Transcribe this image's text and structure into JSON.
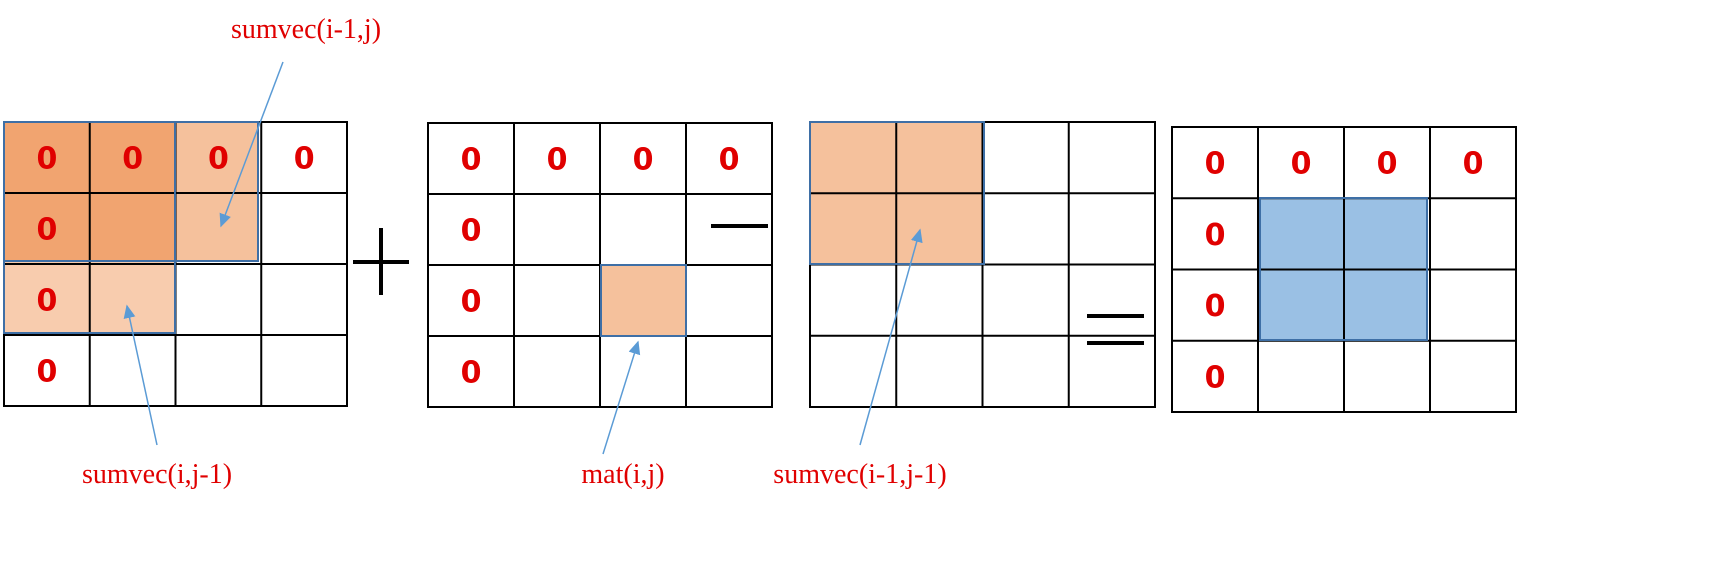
{
  "cell_text": "0",
  "grids": [
    {
      "name": "grid-sumvec-left",
      "cells": [
        [
          "0",
          "0",
          "0",
          "0"
        ],
        [
          "0",
          "",
          "",
          ""
        ],
        [
          "0",
          "",
          "",
          ""
        ],
        [
          "0",
          "",
          "",
          ""
        ]
      ]
    },
    {
      "name": "grid-mat",
      "cells": [
        [
          "0",
          "0",
          "0",
          "0"
        ],
        [
          "0",
          "",
          "",
          ""
        ],
        [
          "0",
          "",
          "",
          ""
        ],
        [
          "0",
          "",
          "",
          ""
        ]
      ]
    },
    {
      "name": "grid-sumvec-diag",
      "cells": [
        [
          "",
          "",
          "",
          ""
        ],
        [
          "",
          "",
          "",
          ""
        ],
        [
          "",
          "",
          "",
          ""
        ],
        [
          "",
          "",
          "",
          ""
        ]
      ]
    },
    {
      "name": "grid-result",
      "cells": [
        [
          "0",
          "0",
          "0",
          "0"
        ],
        [
          "0",
          "",
          "",
          ""
        ],
        [
          "0",
          "",
          "",
          ""
        ],
        [
          "0",
          "",
          "",
          ""
        ]
      ]
    }
  ],
  "labels": {
    "sumvec_up": "sumvec(i-1,j)",
    "sumvec_left": "sumvec(i,j-1)",
    "mat": "mat(i,j)",
    "sumvec_diag": "sumvec(i-1,j-1)"
  },
  "colors": {
    "grid_line": "#000000",
    "zero_text": "#e00000",
    "label_text": "#e00000",
    "overlap_fill": "#f1a470",
    "light_fill": "#f5c19c",
    "lighter_fill": "#f8ccae",
    "result_fill": "#9ac0e4",
    "outline_blue": "#3e6fa6",
    "arrow": "#5b9bd5"
  }
}
